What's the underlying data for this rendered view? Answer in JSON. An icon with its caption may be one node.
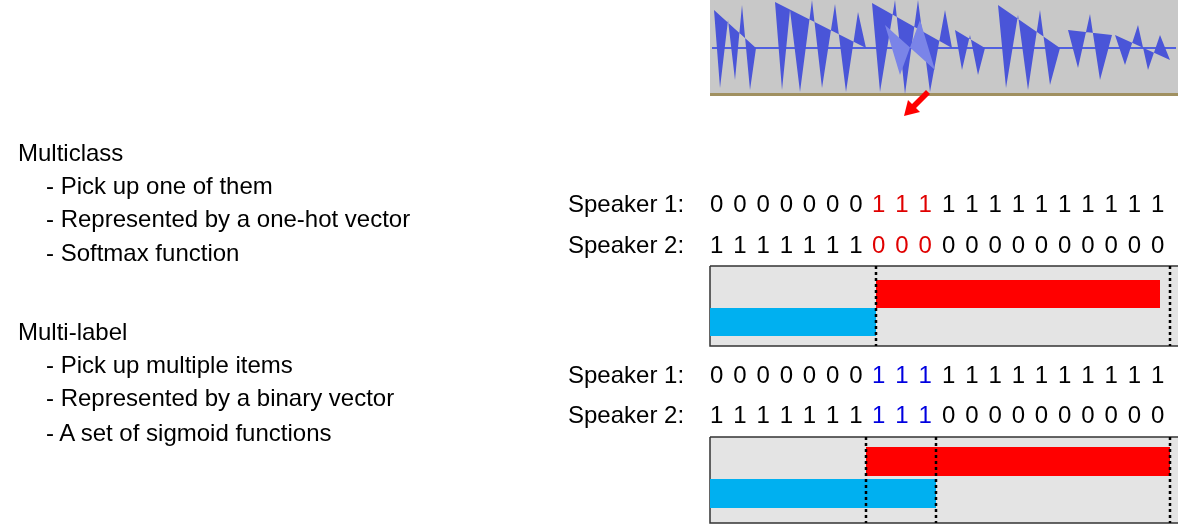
{
  "diagram": {
    "labels": [
      "Multiclass",
      "- Pick up one of them",
      "- Represented by a one-hot vector",
      "- Softmax function",
      "Multi-label",
      "- Pick up multiple items",
      "- Represented by a binary vector",
      "- A set of sigmoid functions",
      "Speaker 1:",
      "0 0 0 0 0 0 0",
      "1 1 1",
      "1 1 1 1 1 1 1 1 1 1",
      "Speaker 2:",
      "1 1 1 1 1 1 1",
      "0 0 0",
      "0 0 0 0 0 0 0 0 0 0",
      "Speaker 1:",
      "0 0 0 0 0 0 0",
      "1 1 1",
      "1 1 1 1 1 1 1 1 1 1",
      "Speaker 2:",
      "1 1 1 1 1 1 1",
      "1 1 1",
      "0 0 0 0 0 0 0 0 0 0"
    ]
  }
}
